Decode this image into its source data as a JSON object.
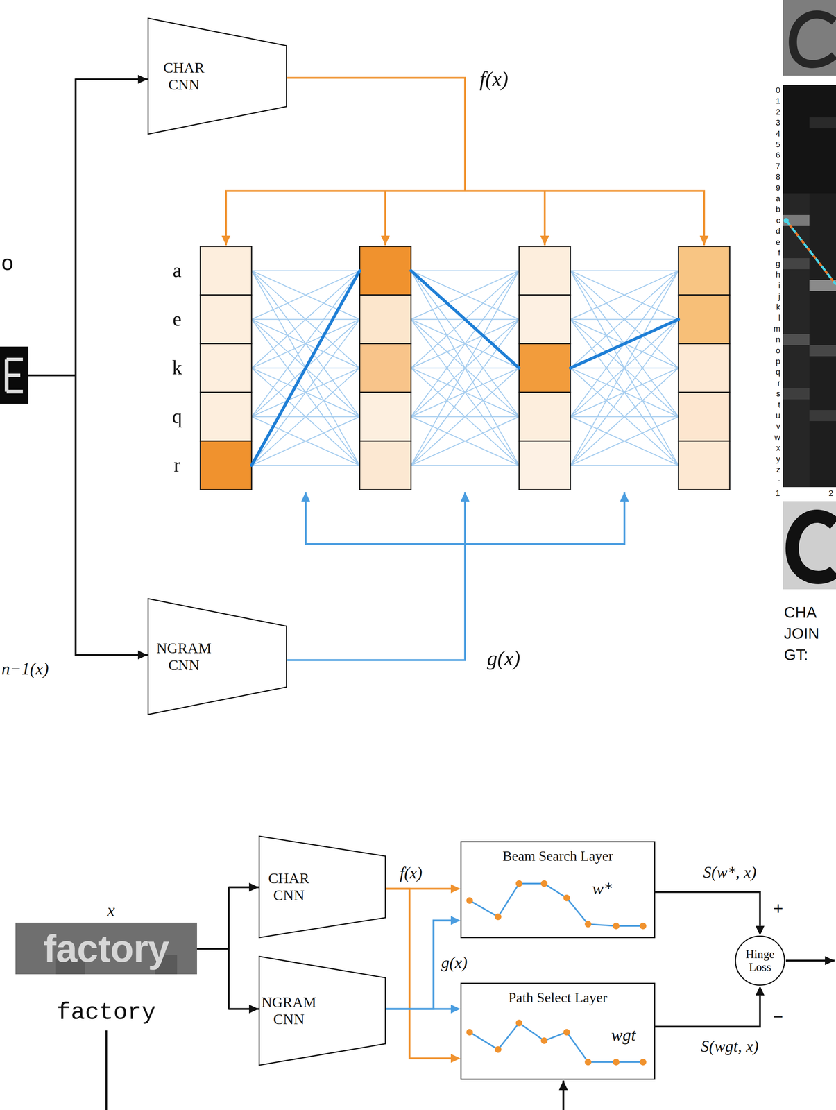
{
  "diagram": {
    "nodes": [
      {
        "text": [
          "CHAR CNN"
        ]
      },
      {
        "text": [
          "NGRAM CNN"
        ]
      },
      {
        "text": [
          "CHAR CNN"
        ]
      },
      {
        "text": [
          "NGRAM CNN"
        ]
      },
      {
        "text": [
          "Beam Search Layer",
          "w*"
        ]
      },
      {
        "text": [
          "Path Select Layer",
          "wgt"
        ]
      },
      {
        "text": [
          "Hinge Loss"
        ]
      }
    ],
    "edges": [
      {
        "from": 2,
        "to": 4,
        "arrow": "to",
        "label": "f(x)"
      },
      {
        "from": 2,
        "to": 5,
        "arrow": "to"
      },
      {
        "from": 3,
        "to": 5,
        "arrow": "to"
      },
      {
        "from": 3,
        "to": 4,
        "arrow": "to",
        "label": "g(x)"
      },
      {
        "from": 4,
        "to": 6,
        "arrow": "to",
        "label": "S(w*, x)"
      },
      {
        "from": 5,
        "to": 6,
        "arrow": "to",
        "label": "S(wgt, x)"
      }
    ],
    "labels": [
      "o",
      "a",
      "e",
      "k",
      "q",
      "r",
      "f(x)",
      "g(x)",
      "n−1(x)",
      "0",
      "1",
      "2",
      "3",
      "4",
      "5",
      "6",
      "7",
      "8",
      "9",
      "a",
      "b",
      "c",
      "d",
      "e",
      "f",
      "g",
      "h",
      "i",
      "j",
      "k",
      "l",
      "m",
      "n",
      "o",
      "p",
      "q",
      "r",
      "s",
      "t",
      "u",
      "v",
      "w",
      "x",
      "y",
      "z",
      "-",
      "1",
      "2",
      "CHA",
      "JOIN",
      "GT:",
      "x",
      "factory",
      "factory",
      "+",
      "−"
    ]
  }
}
